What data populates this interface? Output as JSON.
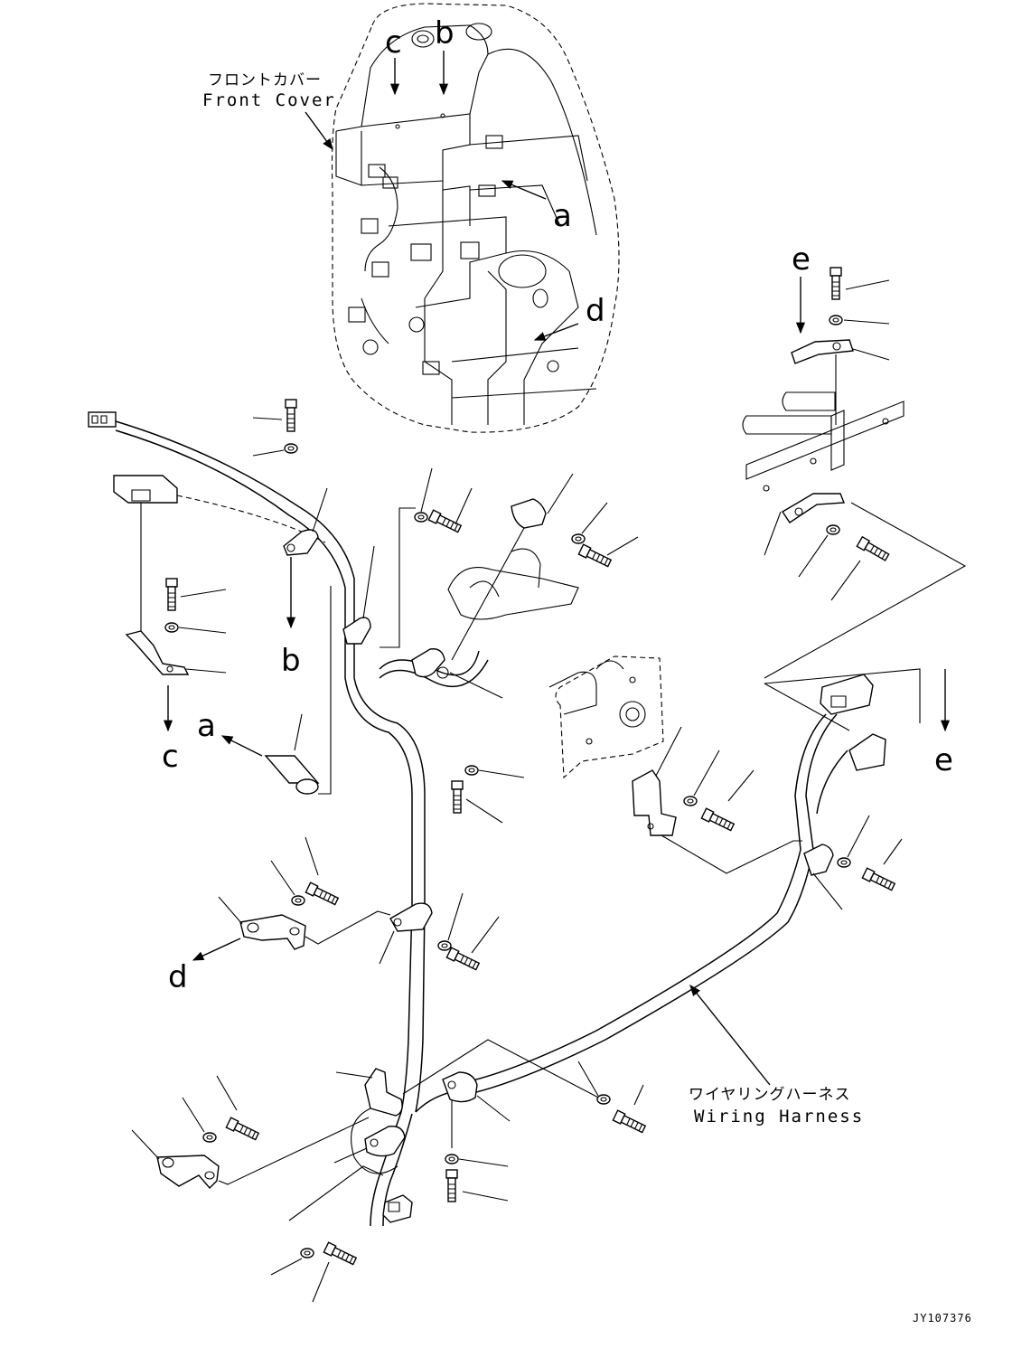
{
  "labels": {
    "front_cover_jp": "フロントカバー",
    "front_cover_en": "Front Cover",
    "wiring_harness_jp": "ワイヤリングハーネス",
    "wiring_harness_en": "Wiring Harness",
    "drawing_id": "JY107376"
  },
  "refs": {
    "a": "a",
    "b": "b",
    "c": "c",
    "d": "d",
    "e": "e"
  }
}
